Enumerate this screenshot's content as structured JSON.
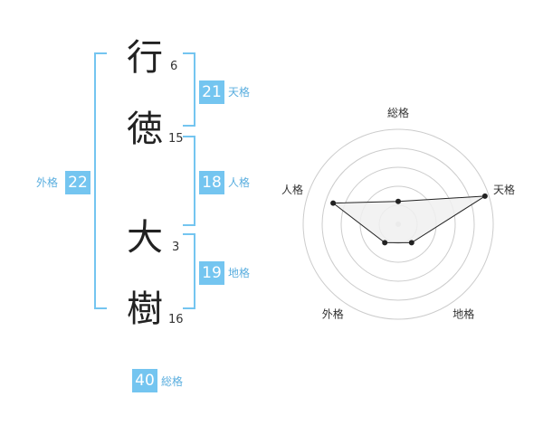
{
  "characters": [
    {
      "char": "行",
      "strokes": "6"
    },
    {
      "char": "徳",
      "strokes": "15"
    },
    {
      "char": "大",
      "strokes": "3"
    },
    {
      "char": "樹",
      "strokes": "16"
    }
  ],
  "fortunes": {
    "ten": {
      "value": "21",
      "label": "天格"
    },
    "jin": {
      "value": "18",
      "label": "人格"
    },
    "chi": {
      "value": "19",
      "label": "地格"
    },
    "gai": {
      "value": "22",
      "label": "外格"
    },
    "sou": {
      "value": "40",
      "label": "総格"
    }
  },
  "colors": {
    "accent": "#74c5f0",
    "radar_fill": "#f0f0f0",
    "radar_line": "#222222",
    "grid": "#cccccc"
  },
  "chart_data": {
    "type": "radar",
    "axes": [
      "総格",
      "天格",
      "地格",
      "外格",
      "人格"
    ],
    "values": [
      1.2,
      4.8,
      1.2,
      1.2,
      3.6
    ],
    "rmax": 5,
    "rings": 5
  }
}
